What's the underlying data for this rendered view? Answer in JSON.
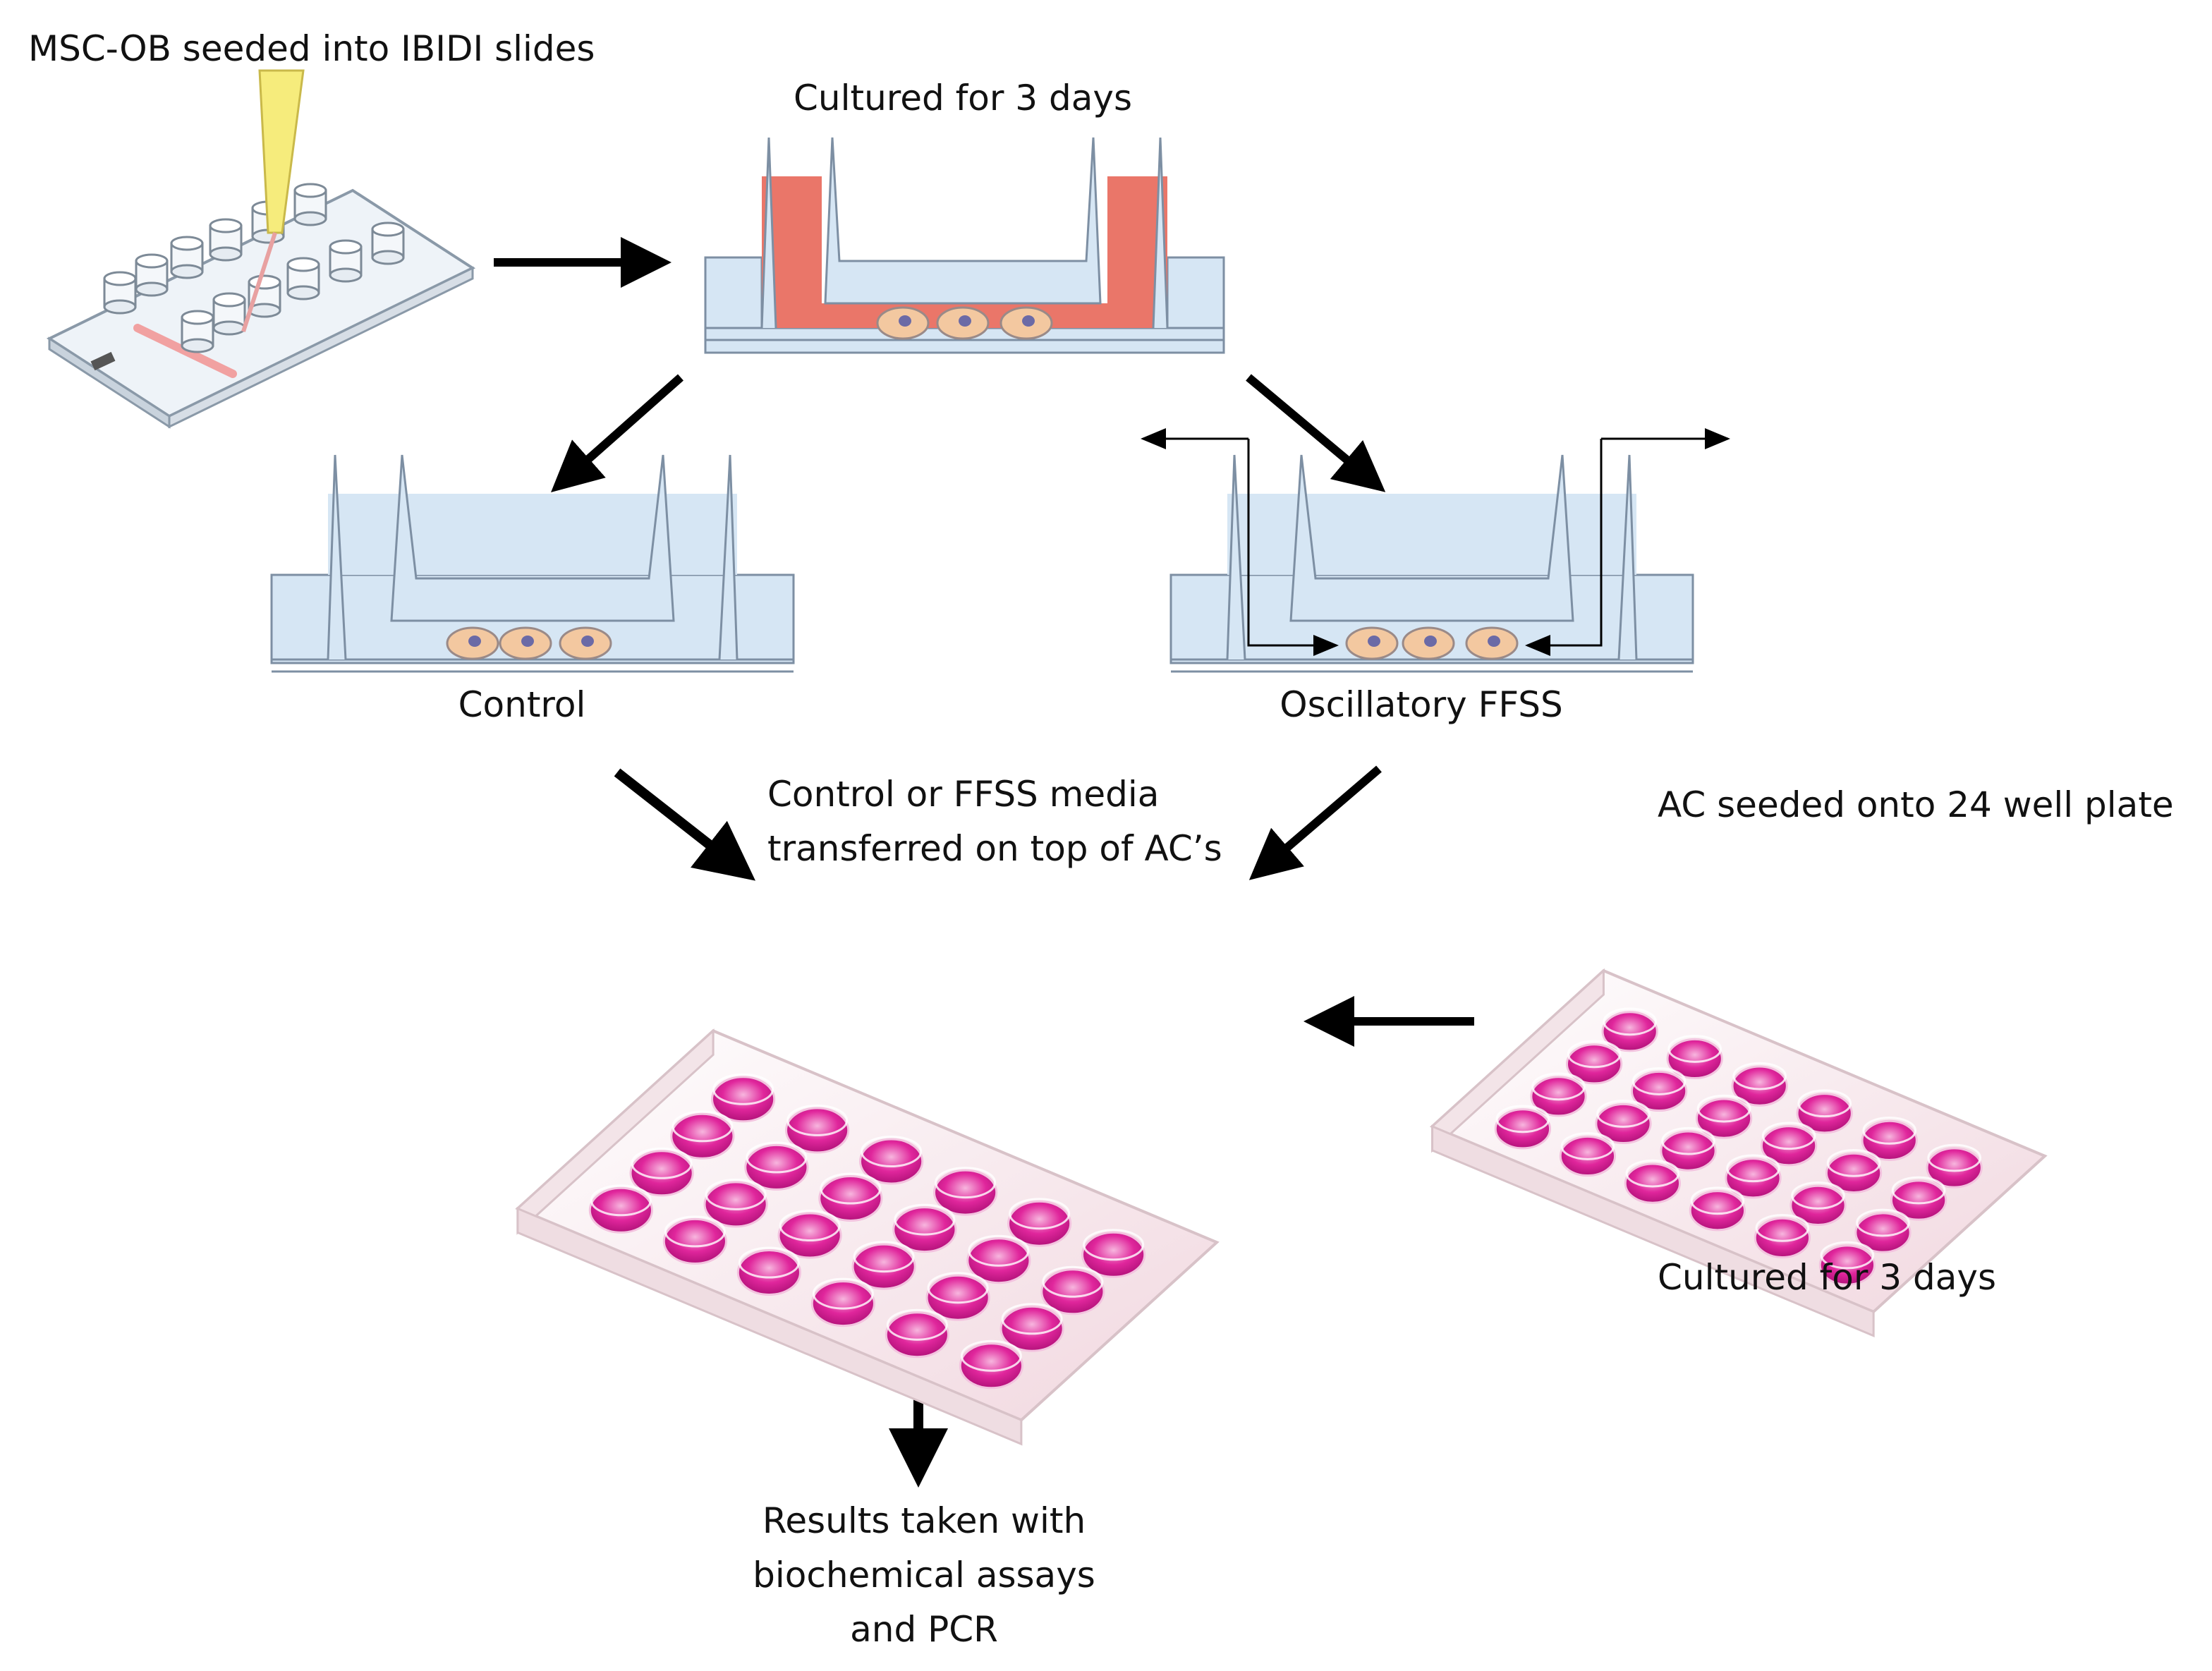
{
  "labels": {
    "msc_seeded": "MSC-OB seeded into IBIDI slides",
    "cultured_top": "Cultured for 3 days",
    "control": "Control",
    "oscillatory": "Oscillatory FFSS",
    "media_transfer": [
      "Control or FFSS media",
      "transferred on top of AC’s"
    ],
    "ac_seeded": "AC seeded onto 24 well plate",
    "cultured_right": "Cultured for 3 days",
    "results": [
      "Results taken with",
      "biochemical assays",
      "and PCR"
    ]
  },
  "colors": {
    "arrow": "#000000",
    "chamber_fill": "#d6e6f4",
    "chamber_outline": "#7d8fa3",
    "medium_red": "#ea7669",
    "cell_body": "#f3c8a0",
    "cell_nucleus": "#6b6aa6",
    "well_magenta": "#e0269c",
    "plate": "#f5e9ec",
    "pipette": "#f6ec7c"
  },
  "icons": [
    "pipette-icon",
    "ibidi-slide-icon",
    "culture-chamber-icon",
    "cell-icon",
    "well-plate-icon",
    "flow-arrow-icon"
  ]
}
